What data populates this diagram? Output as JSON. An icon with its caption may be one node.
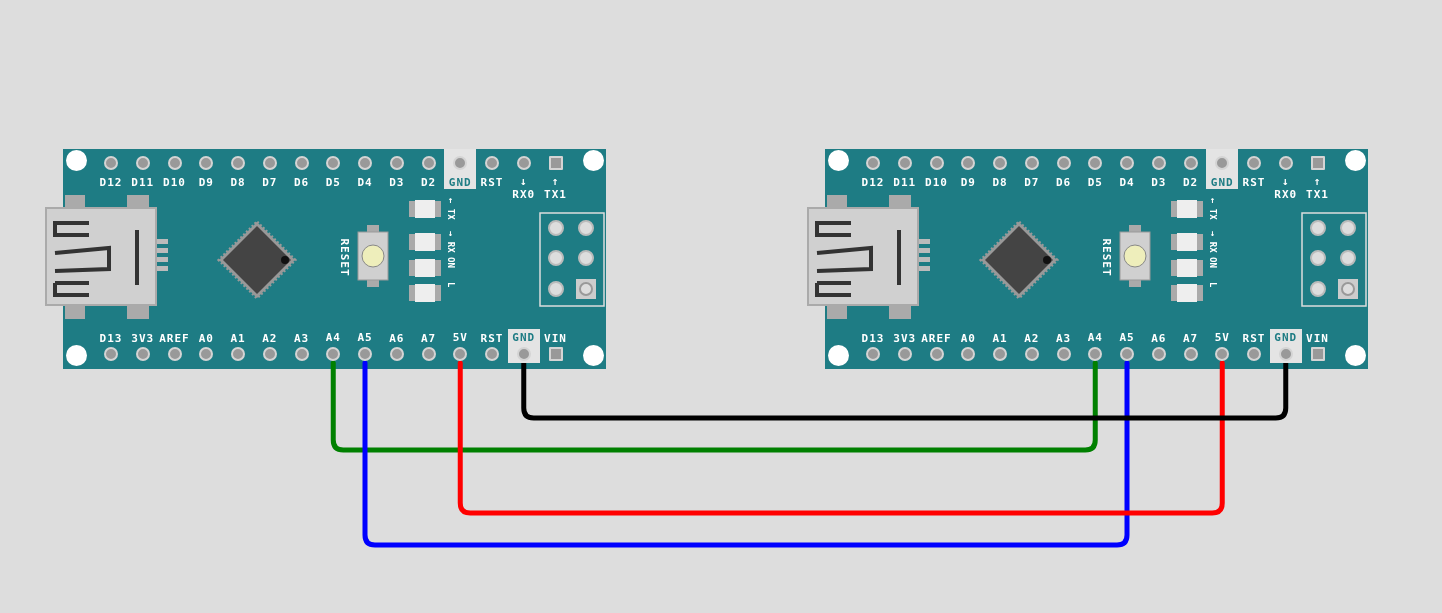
{
  "diagram": {
    "nodes": [
      {
        "text": [],
        "shape": "picture"
      },
      {
        "text": [
          "A4"
        ],
        "in": 0
      },
      {
        "text": [
          "A5"
        ],
        "in": 0
      },
      {
        "text": [
          "5V"
        ],
        "in": 0
      },
      {
        "text": [
          "GND"
        ],
        "in": 0
      },
      {
        "text": [],
        "shape": "picture"
      },
      {
        "text": [
          "A4"
        ],
        "in": 5
      },
      {
        "text": [
          "A5"
        ],
        "in": 5
      },
      {
        "text": [
          "5V"
        ],
        "in": 5
      },
      {
        "text": [
          "GND"
        ],
        "in": 5
      }
    ],
    "edges": [
      {
        "from": 1,
        "to": 6,
        "arrow": "none",
        "color": "#008000"
      },
      {
        "from": 2,
        "to": 7,
        "arrow": "none",
        "color": "#0000ff"
      },
      {
        "from": 3,
        "to": 8,
        "arrow": "none",
        "color": "#ff0000"
      },
      {
        "from": 4,
        "to": 9,
        "arrow": "none",
        "color": "#000000"
      }
    ],
    "labels": [
      "D12",
      "D11",
      "D10",
      "D9",
      "D8",
      "D7",
      "D6",
      "D5",
      "D4",
      "D3",
      "D2",
      "GND",
      "RST",
      "↓ RX0",
      "↑ TX1",
      "RESET",
      "← TX",
      "→ RX",
      "ON",
      "L",
      "D13",
      "3V3",
      "AREF",
      "A0",
      "A1",
      "A2",
      "A3",
      "A6",
      "A7",
      "RST",
      "VIN",
      "D12",
      "D11",
      "D10",
      "D9",
      "D8",
      "D7",
      "D6",
      "D5",
      "D4",
      "D3",
      "D2",
      "GND",
      "RST",
      "↓ RX0",
      "↑ TX1",
      "RESET",
      "← TX",
      "→ RX",
      "ON",
      "L",
      "D13",
      "3V3",
      "AREF",
      "A0",
      "A1",
      "A2",
      "A3",
      "A6",
      "A7",
      "RST",
      "VIN"
    ]
  }
}
